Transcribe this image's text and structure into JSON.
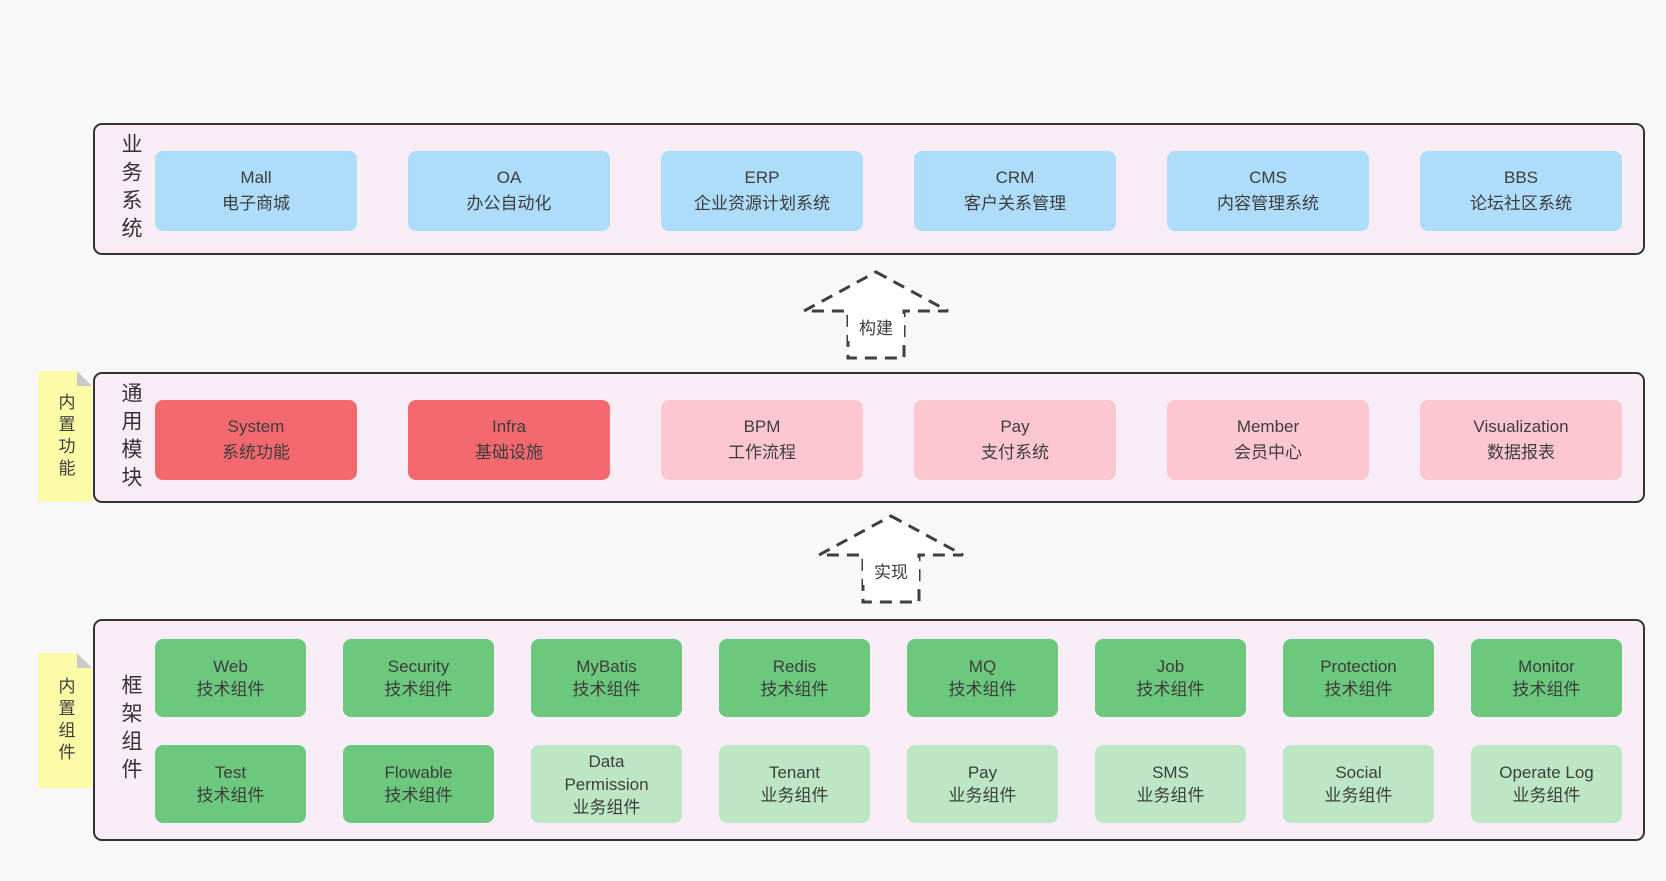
{
  "colors": {
    "page_background": "#f8f8f8",
    "container_background": "#f8edf6",
    "container_border": "#333333",
    "business_box": "#aedcfb",
    "core_module_box": "#f4696f",
    "optional_module_box": "#fdc7d1",
    "tech_component_box": "#6bc87d",
    "biz_component_box": "#bde7c4",
    "note_yellow": "#fbfba8",
    "note_fold_gray": "#c9c9c9",
    "text": "#3d3d3d"
  },
  "arrows": {
    "build": {
      "label": "构建",
      "icon": "dashed-up-block-arrow"
    },
    "implement": {
      "label": "实现",
      "icon": "dashed-up-block-arrow"
    }
  },
  "notes": {
    "builtin_features": "内置功能",
    "builtin_components": "内置组件"
  },
  "layers": {
    "business": {
      "label": "业务系统",
      "boxes": [
        {
          "title": "Mall",
          "subtitle": "电子商城"
        },
        {
          "title": "OA",
          "subtitle": "办公自动化"
        },
        {
          "title": "ERP",
          "subtitle": "企业资源计划系统"
        },
        {
          "title": "CRM",
          "subtitle": "客户关系管理"
        },
        {
          "title": "CMS",
          "subtitle": "内容管理系统"
        },
        {
          "title": "BBS",
          "subtitle": "论坛社区系统"
        }
      ]
    },
    "modules": {
      "label": "通用模块",
      "boxes": [
        {
          "title": "System",
          "subtitle": "系统功能",
          "variant": "red"
        },
        {
          "title": "Infra",
          "subtitle": "基础设施",
          "variant": "red"
        },
        {
          "title": "BPM",
          "subtitle": "工作流程",
          "variant": "pink"
        },
        {
          "title": "Pay",
          "subtitle": "支付系统",
          "variant": "pink"
        },
        {
          "title": "Member",
          "subtitle": "会员中心",
          "variant": "pink"
        },
        {
          "title": "Visualization",
          "subtitle": "数据报表",
          "variant": "pink"
        }
      ]
    },
    "framework": {
      "label": "框架组件",
      "row1": [
        {
          "title": "Web",
          "subtitle": "技术组件"
        },
        {
          "title": "Security",
          "subtitle": "技术组件"
        },
        {
          "title": "MyBatis",
          "subtitle": "技术组件"
        },
        {
          "title": "Redis",
          "subtitle": "技术组件"
        },
        {
          "title": "MQ",
          "subtitle": "技术组件"
        },
        {
          "title": "Job",
          "subtitle": "技术组件"
        },
        {
          "title": "Protection",
          "subtitle": "技术组件"
        },
        {
          "title": "Monitor",
          "subtitle": "技术组件"
        }
      ],
      "row2": [
        {
          "title": "Test",
          "subtitle": "技术组件",
          "variant": "green"
        },
        {
          "title": "Flowable",
          "subtitle": "技术组件",
          "variant": "green"
        },
        {
          "title": "Data Permission",
          "subtitle": "业务组件",
          "variant": "lgreen"
        },
        {
          "title": "Tenant",
          "subtitle": "业务组件",
          "variant": "lgreen"
        },
        {
          "title": "Pay",
          "subtitle": "业务组件",
          "variant": "lgreen"
        },
        {
          "title": "SMS",
          "subtitle": "业务组件",
          "variant": "lgreen"
        },
        {
          "title": "Social",
          "subtitle": "业务组件",
          "variant": "lgreen"
        },
        {
          "title": "Operate Log",
          "subtitle": "业务组件",
          "variant": "lgreen"
        }
      ]
    }
  }
}
